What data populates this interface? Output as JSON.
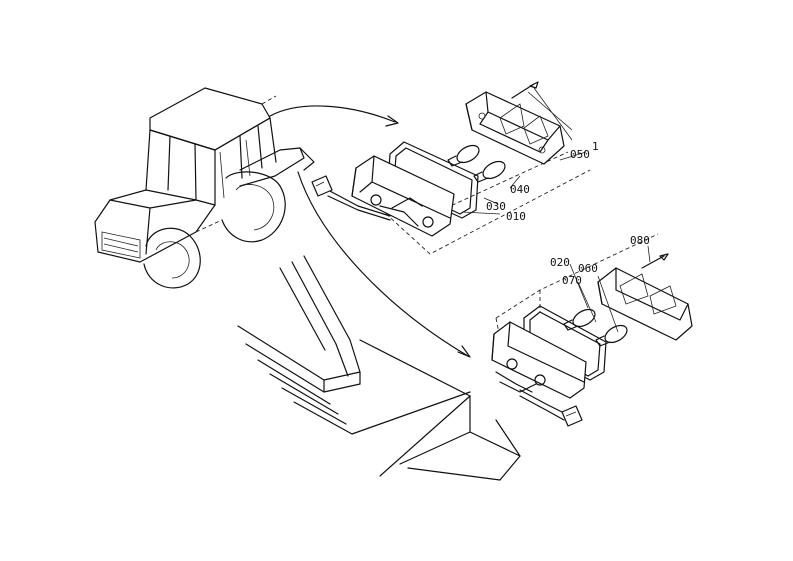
{
  "diagram": {
    "callouts": {
      "c050": "050",
      "c1": "1",
      "c040": "040",
      "c030": "030",
      "c010": "010",
      "c080": "080",
      "c020": "020",
      "c060": "060",
      "c070": "070"
    }
  },
  "colors": {
    "line": "#111111",
    "background": "#ffffff"
  }
}
